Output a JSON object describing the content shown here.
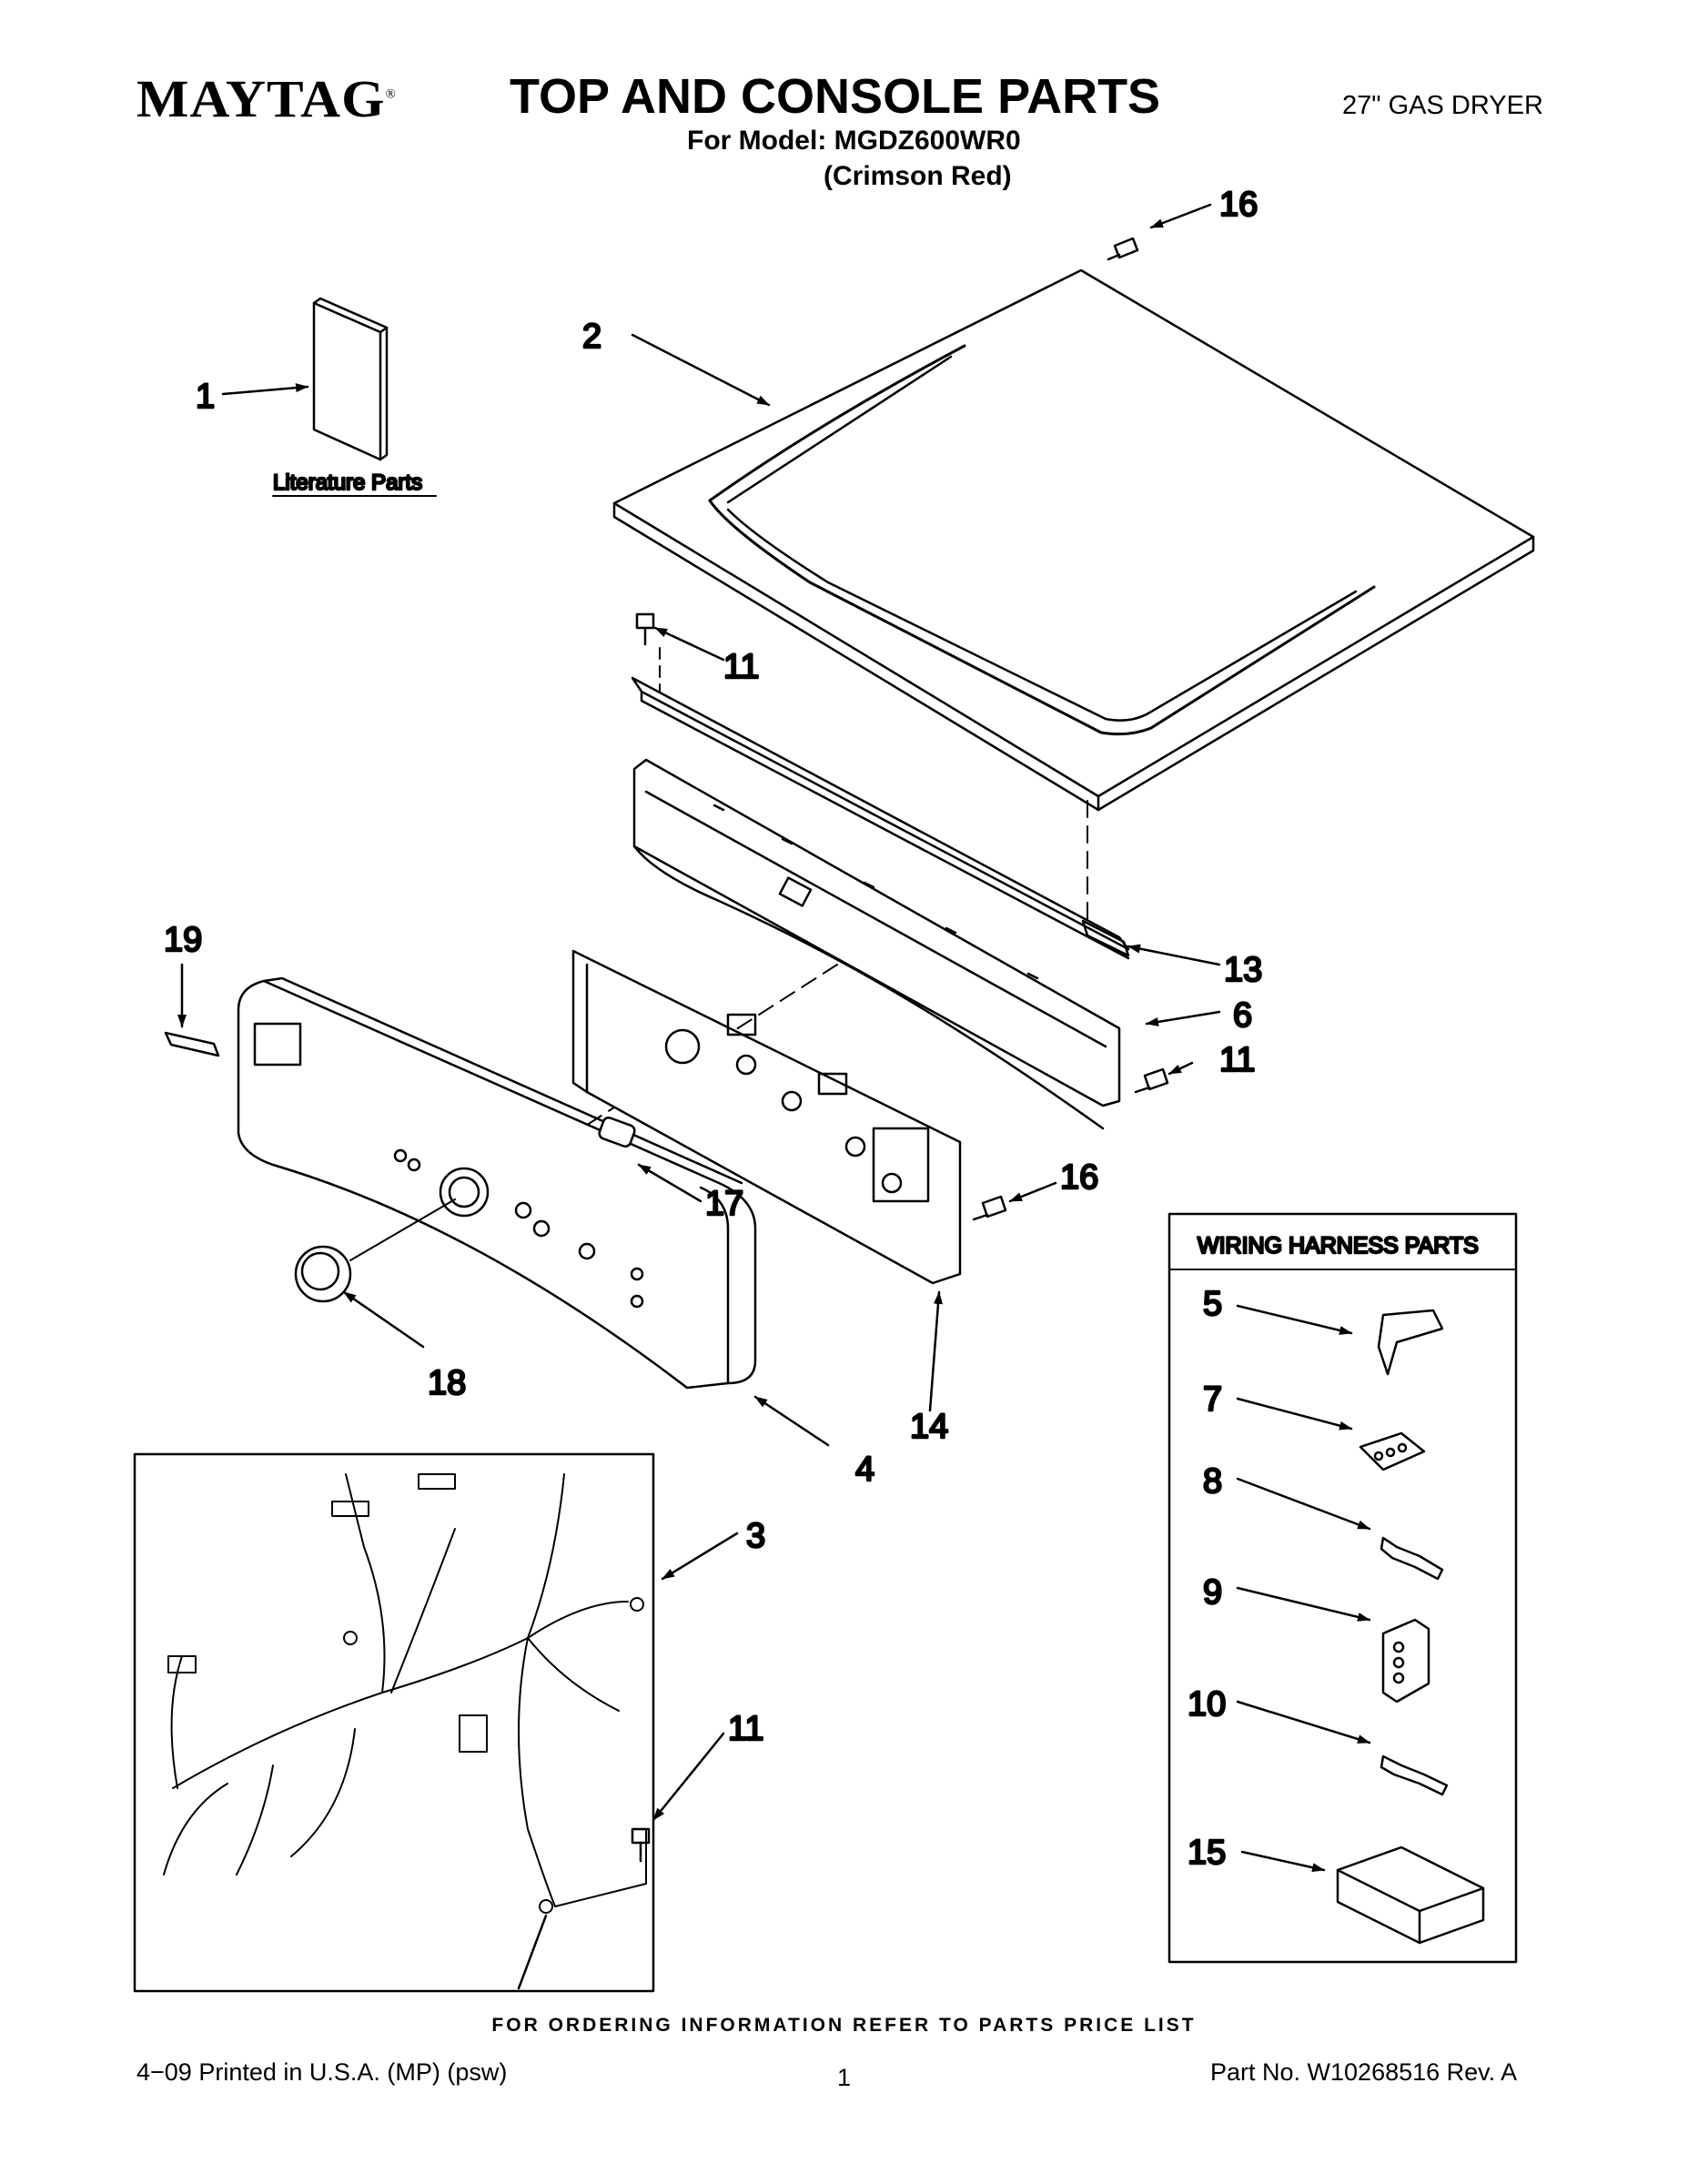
{
  "header": {
    "brand": "MAYTAG",
    "brand_mark": "®",
    "title": "TOP AND CONSOLE PARTS",
    "model_line": "For Model: MGDZ600WR0",
    "color_line": "(Crimson Red)",
    "product": "27\" GAS DRYER"
  },
  "labels": {
    "literature_parts": "Literature Parts",
    "wiring_harness_parts": "WIRING HARNESS PARTS"
  },
  "callouts": {
    "c1": "1",
    "c2": "2",
    "c3": "3",
    "c4": "4",
    "c5": "5",
    "c6": "6",
    "c7": "7",
    "c8": "8",
    "c9": "9",
    "c10": "10",
    "c11a": "11",
    "c11b": "11",
    "c11c": "11",
    "c13": "13",
    "c14": "14",
    "c15": "15",
    "c16a": "16",
    "c16b": "16",
    "c17": "17",
    "c18": "18",
    "c19": "19"
  },
  "footer": {
    "note": "FOR ORDERING INFORMATION REFER TO PARTS PRICE LIST",
    "print_info": "4−09 Printed in U.S.A. (MP) (psw)",
    "page": "1",
    "part_no": "Part No. W10268516 Rev. A"
  },
  "icons": [
    "screw-icon",
    "literature-icon",
    "connector-icon",
    "terminal-icon"
  ]
}
